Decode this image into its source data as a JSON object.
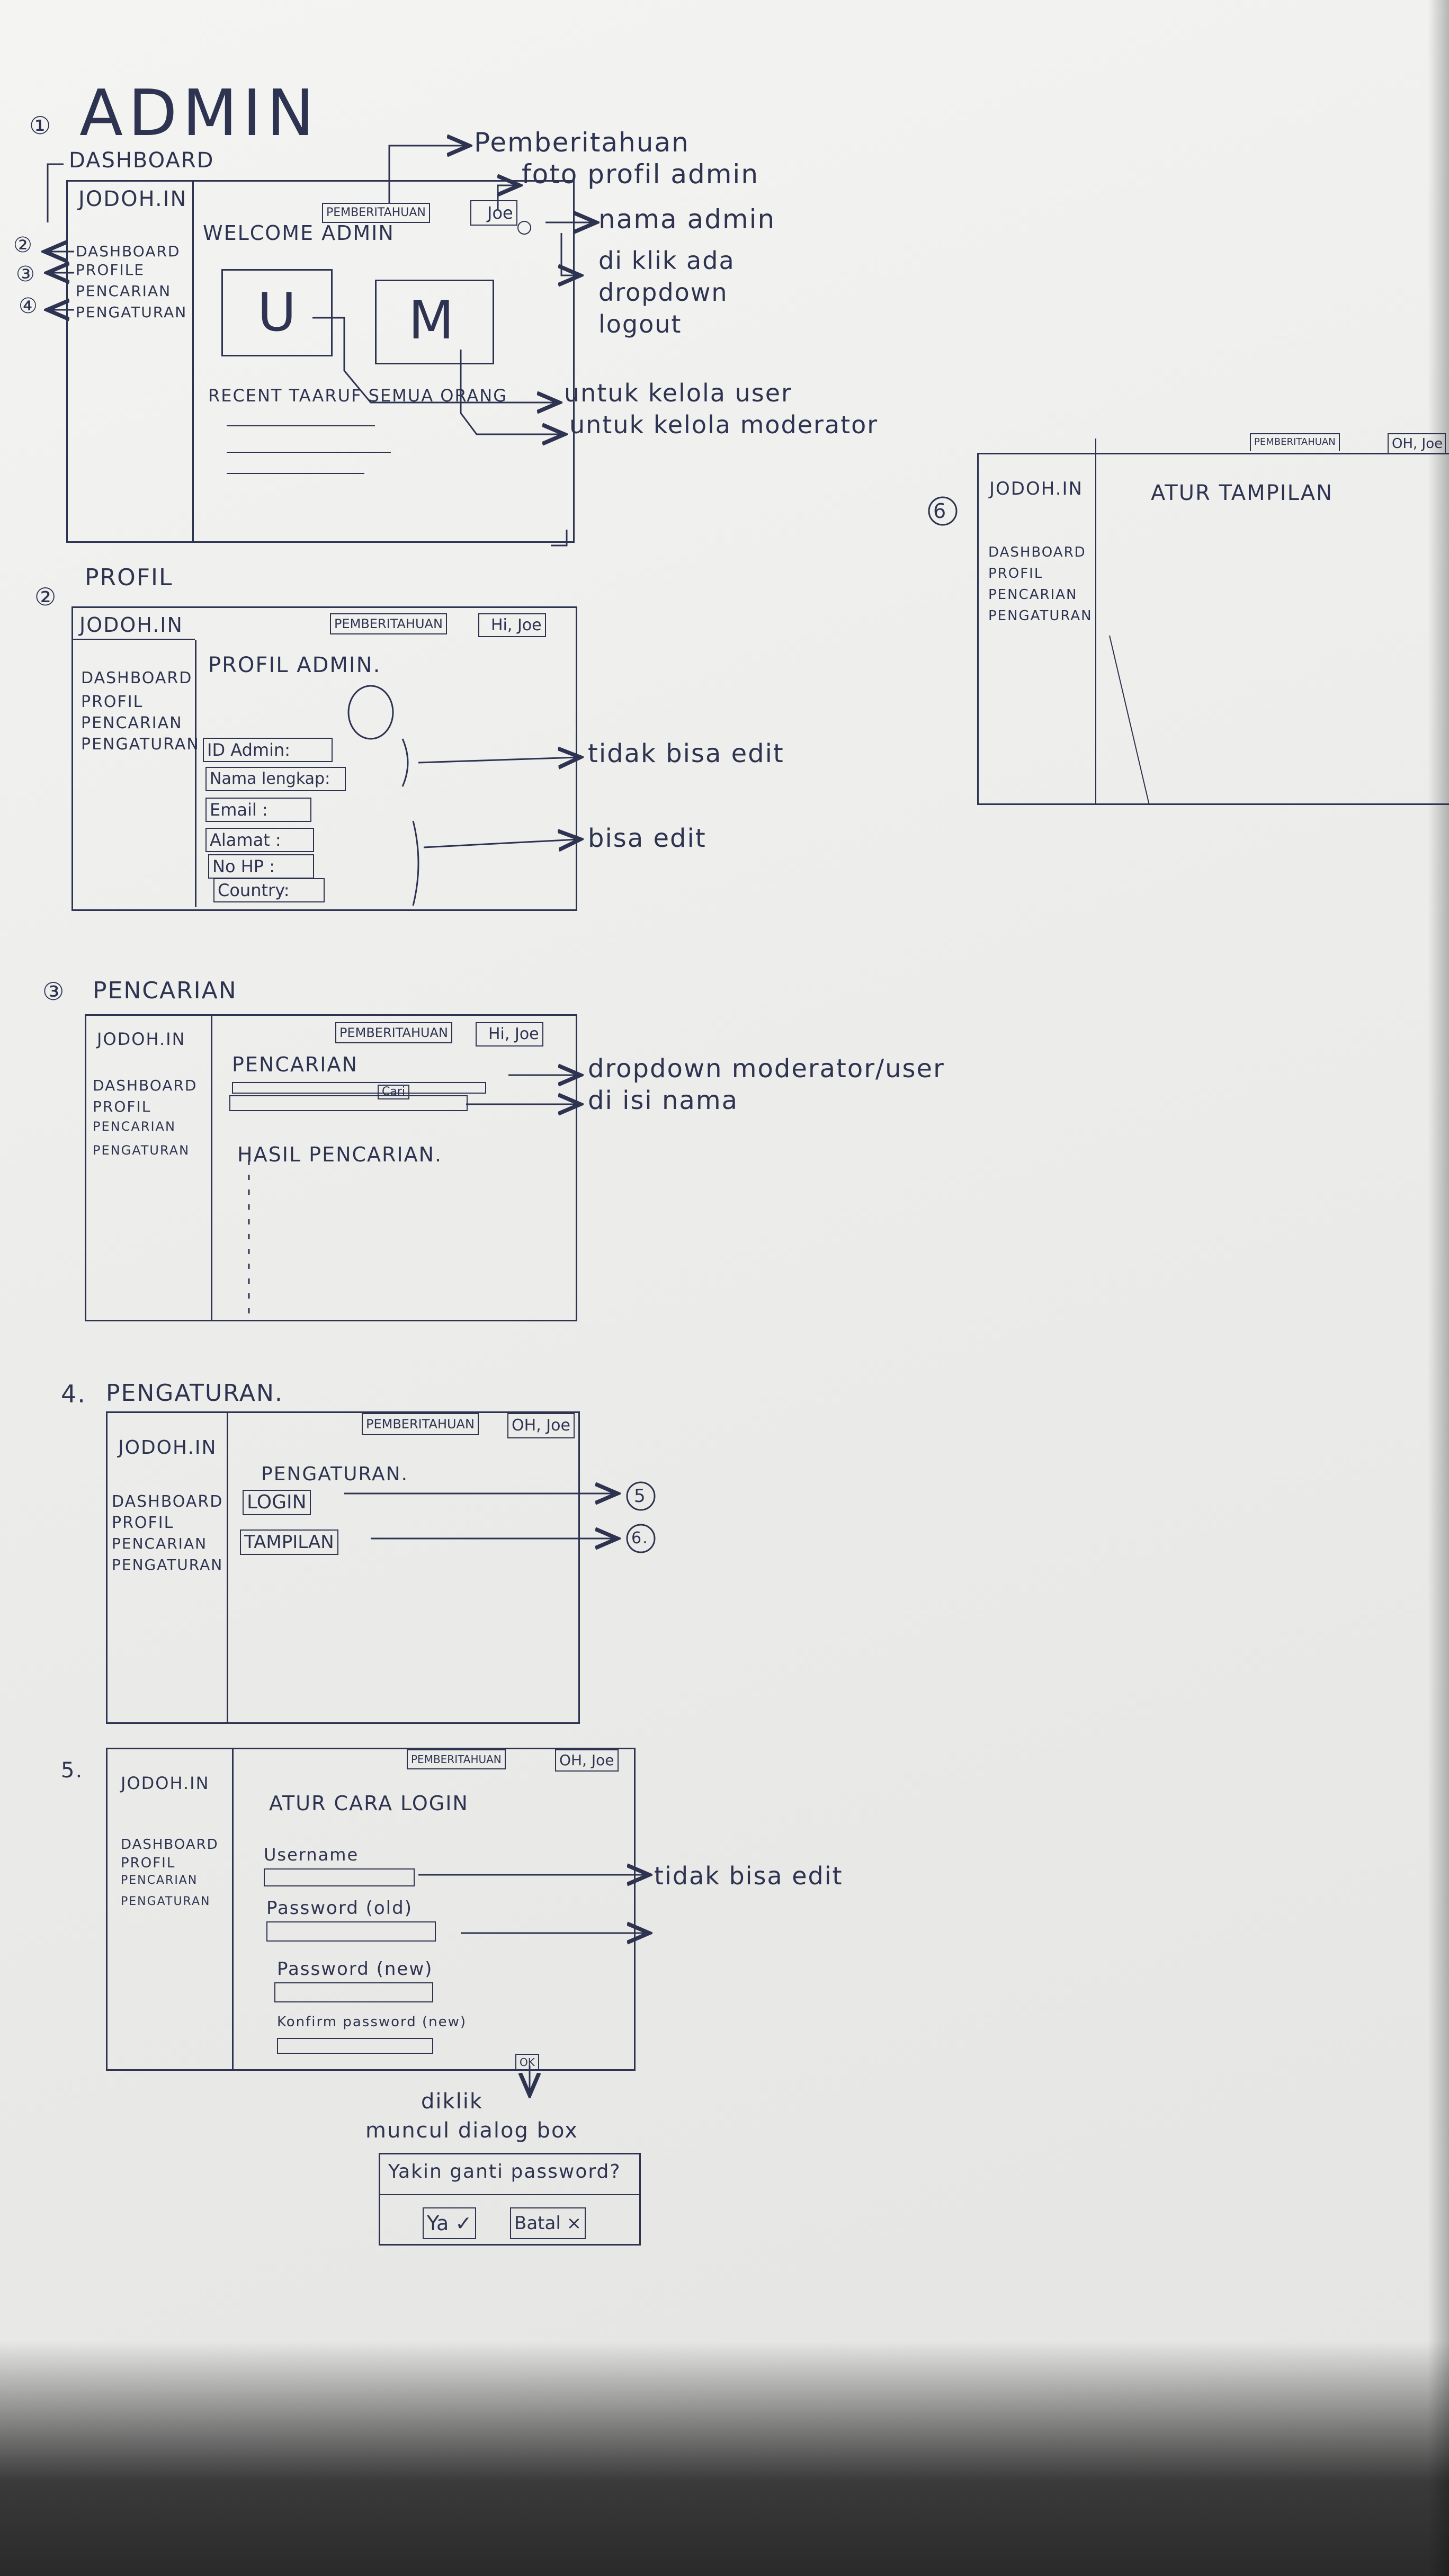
{
  "title": "ADMIN",
  "brand": "JODOH.IN",
  "notify": "PEMBERITAHUAN",
  "user_short": "Joe",
  "user_greeting": "Hi, Joe",
  "user_greeting2": "OH, Joe",
  "nav": [
    "DASHBOARD",
    "PROFIL",
    "PENCARIAN",
    "PENGATURAN"
  ],
  "nav_alt": [
    "DASHBOARD",
    "PROFILE",
    "PENCARIAN",
    "PENGATURAN"
  ],
  "s1": {
    "num": "①",
    "heading": "DASHBOARD",
    "welcome": "WELCOME ADMIN",
    "tile_u": "U",
    "tile_m": "M",
    "recent": "RECENT TAARUF SEMUA ORANG",
    "side_nums": [
      "②",
      "③",
      "④"
    ],
    "ann": {
      "notif": "Pemberitahuan",
      "photo": "foto profil admin",
      "name": "nama admin",
      "dropdown": [
        "di klik ada",
        "dropdown",
        "logout"
      ],
      "user": "untuk kelola user",
      "moderator": "untuk kelola moderator"
    }
  },
  "s2": {
    "num": "②",
    "heading": "PROFIL",
    "page_title": "PROFIL ADMIN.",
    "fields": [
      "ID Admin:",
      "Nama lengkap:",
      "Email :",
      "Alamat :",
      "No HP :",
      "Country:"
    ],
    "ann_noedit": "tidak bisa edit",
    "ann_edit": "bisa edit"
  },
  "s3": {
    "num": "③",
    "heading": "PENCARIAN",
    "page_title": "PENCARIAN",
    "search_btn": "Cari",
    "results": "HASIL PENCARIAN.",
    "ann_dropdown": "dropdown moderator/user",
    "ann_name": "di isi nama"
  },
  "s4": {
    "num": "4.",
    "heading": "PENGATURAN.",
    "page_title": "PENGATURAN.",
    "opt_login": "LOGIN",
    "opt_display": "TAMPILAN",
    "ref5": "5",
    "ref6": "6."
  },
  "s5": {
    "num": "5.",
    "page_title": "ATUR CARA LOGIN",
    "username": "Username",
    "pw_old": "Password (old)",
    "pw_new": "Password (new)",
    "pw_confirm": "Konfirm password (new)",
    "ok": "OK",
    "ann_noedit": "tidak bisa edit",
    "ann_click": "diklik",
    "ann_dialog": "muncul dialog box",
    "dialog_q": "Yakin ganti password?",
    "yes": "Ya ✓",
    "cancel": "Batal ×"
  },
  "s6": {
    "num": "6",
    "page_title": "ATUR TAMPILAN"
  }
}
